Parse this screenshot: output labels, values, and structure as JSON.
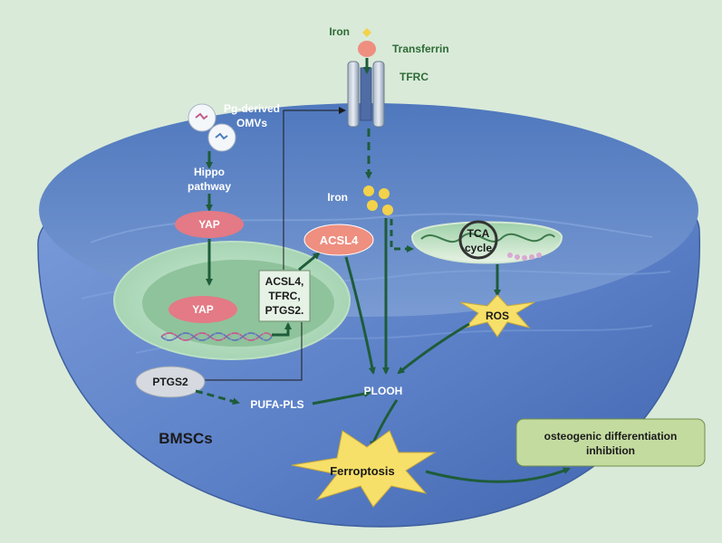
{
  "labels": {
    "iron_top": "Iron",
    "transferrin": "Transferrin",
    "tfrc": "TFRC",
    "omvs_line1": "Pg-derived",
    "omvs_line2": "OMVs",
    "hippo_line1": "Hippo",
    "hippo_line2": "pathway",
    "yap_cyto": "YAP",
    "yap_nuc": "YAP",
    "genes_line1": "ACSL4,",
    "genes_line2": "TFRC,",
    "genes_line3": "PTGS2.",
    "acsl4": "ACSL4",
    "iron_inner": "Iron",
    "tca_line1": "TCA",
    "tca_line2": "cycle",
    "ros": "ROS",
    "ptgs2": "PTGS2",
    "pufa": "PUFA-PLS",
    "plooh": "PLOOH",
    "bmscs": "BMSCs",
    "ferroptosis": "Ferroptosis",
    "osteo_line1": "osteogenic differentiation",
    "osteo_line2": "inhibition"
  },
  "colors": {
    "background": "#d9ead9",
    "arrow": "#1e5c3a",
    "label_green": "#2e6b35",
    "yap": "#e37a85",
    "acsl4": "#ee8f80",
    "iron": "#f3d24a",
    "ros_star": "#f7e069",
    "ferroptosis_star": "#f7e069",
    "outcome_box": "#c4dba0",
    "cell_blue": "#5f82c8"
  }
}
